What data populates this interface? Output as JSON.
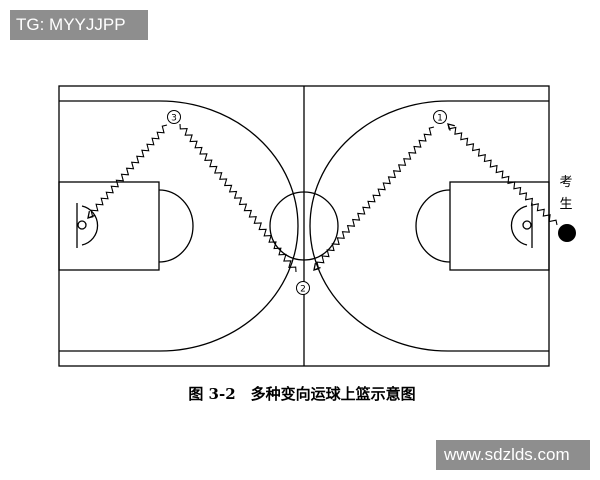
{
  "watermark_top": "TG: MYYJJPP",
  "watermark_bottom": "www.sdzlds.com",
  "caption": "图 3-2　多种变向运球上篮示意图",
  "markers": [
    {
      "id": "marker-1",
      "label": "①"
    },
    {
      "id": "marker-2",
      "label": "②"
    },
    {
      "id": "marker-3",
      "label": "③"
    }
  ],
  "examinee_label_line1": "考",
  "examinee_label_line2": "生",
  "colors": {
    "line": "#000000",
    "background": "#ffffff",
    "watermark_bg": "#8e8e8e",
    "watermark_text": "#ffffff"
  }
}
